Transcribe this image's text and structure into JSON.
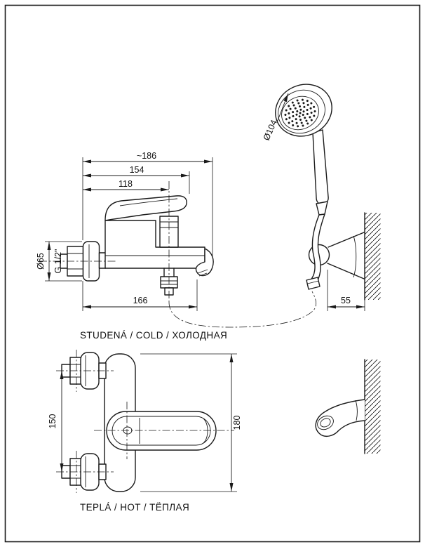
{
  "labels": {
    "cold": "STUDENÁ / COLD / ХОЛОДНАЯ",
    "hot": "TEPLÁ / HOT / ТЁПЛАЯ"
  },
  "dimensions": {
    "overall_width": "~186",
    "handle_width": "154",
    "shower_outlet_offset": "118",
    "spout_reach": "166",
    "bracket_depth": "55",
    "escutcheon_diameter": "Ø65",
    "connection_thread": "G 1/2\"",
    "shower_head_diameter": "Ø104",
    "inlet_spacing": "150",
    "body_width": "180"
  },
  "colors": {
    "line": "#1a1a1a",
    "background": "#ffffff"
  }
}
